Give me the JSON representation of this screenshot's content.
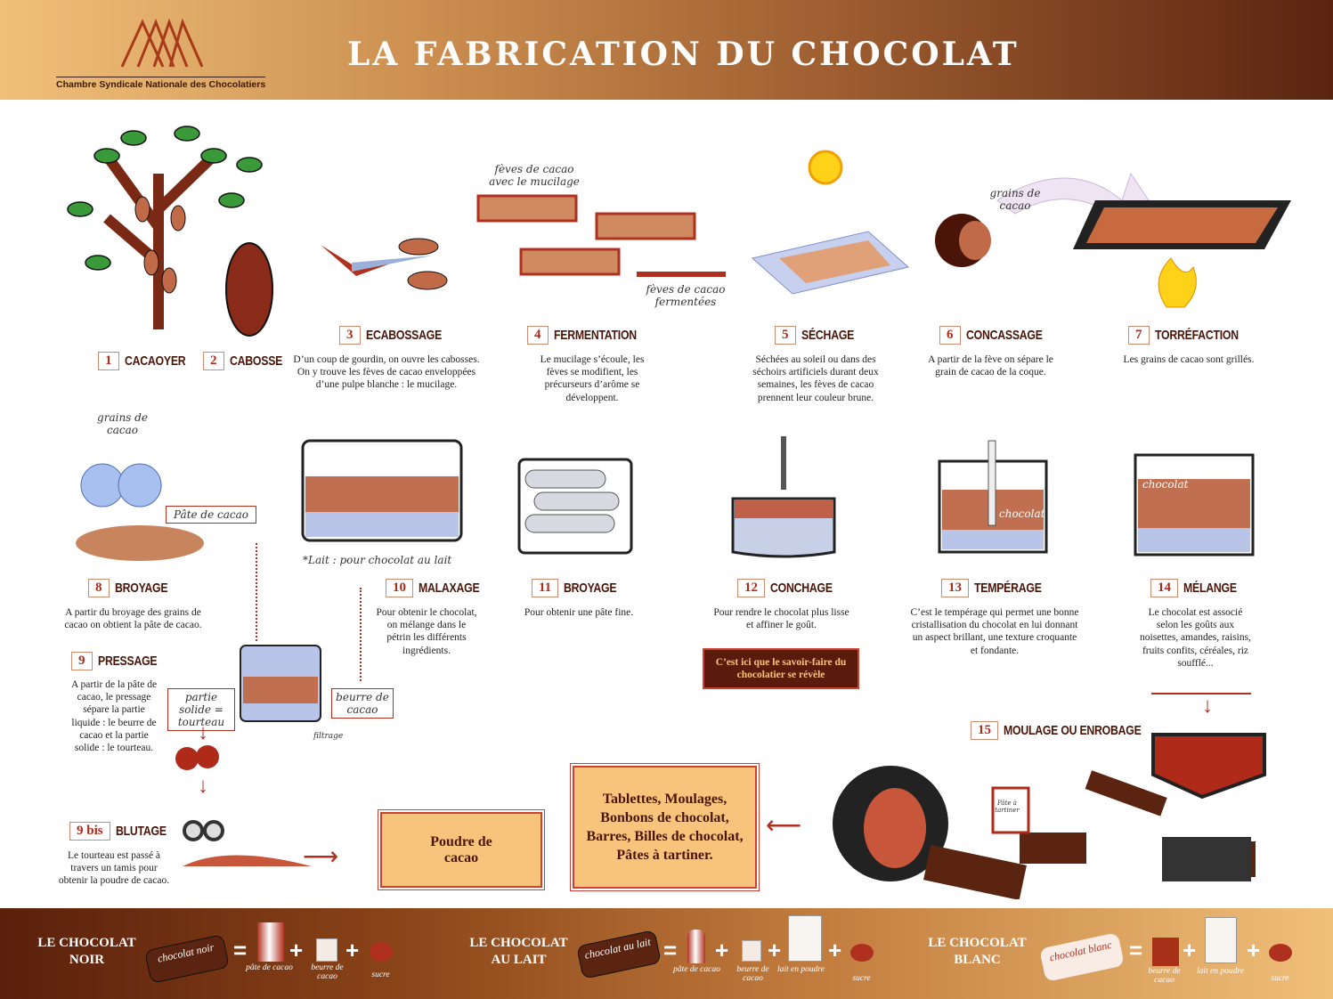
{
  "header": {
    "title": "LA FABRICATION DU CHOCOLAT",
    "organization": "Chambre Syndicale Nationale des Chocolatiers"
  },
  "steps": [
    {
      "num": "1",
      "label": "CACAOYER",
      "desc": ""
    },
    {
      "num": "2",
      "label": "CABOSSE",
      "desc": ""
    },
    {
      "num": "3",
      "label": "ECABOSSAGE",
      "desc": "D’un coup de gourdin, on ouvre les cabosses. On y trouve les fèves de cacao enveloppées d’une pulpe blanche : le mucilage."
    },
    {
      "num": "4",
      "label": "FERMENTATION",
      "desc": "Le mucilage s’écoule, les fèves se modifient, les précurseurs d’arôme se développent."
    },
    {
      "num": "5",
      "label": "SÉCHAGE",
      "desc": "Séchées au soleil ou dans des séchoirs artificiels durant deux semaines, les fèves de cacao prennent leur couleur brune."
    },
    {
      "num": "6",
      "label": "CONCASSAGE",
      "desc": "A partir de la fève on sépare le grain de cacao de la coque."
    },
    {
      "num": "7",
      "label": "TORRÉFACTION",
      "desc": "Les grains de cacao sont grillés."
    },
    {
      "num": "8",
      "label": "BROYAGE",
      "desc": "A partir du broyage des grains de cacao on obtient la pâte de cacao."
    },
    {
      "num": "9",
      "label": "PRESSAGE",
      "desc": "A partir de la pâte de cacao, le pressage sépare la partie liquide : le beurre de cacao et la partie solide : le tourteau."
    },
    {
      "num": "9 bis",
      "label": "BLUTAGE",
      "desc": "Le tourteau est passé à travers un tamis pour obtenir la poudre de cacao."
    },
    {
      "num": "10",
      "label": "MALAXAGE",
      "desc": "Pour obtenir le chocolat, on mélange dans le pétrin les différents ingrédients."
    },
    {
      "num": "11",
      "label": "BROYAGE",
      "desc": "Pour obtenir une pâte fine."
    },
    {
      "num": "12",
      "label": "CONCHAGE",
      "desc": "Pour rendre le chocolat plus lisse et affiner le goût."
    },
    {
      "num": "13",
      "label": "TEMPÉRAGE",
      "desc": "C’est le tempérage qui permet une bonne cristallisation du chocolat en lui donnant un aspect brillant, une texture croquante et fondante."
    },
    {
      "num": "14",
      "label": "MÉLANGE",
      "desc": "Le chocolat est associé selon les goûts aux noisettes, amandes, raisins, fruits confits, céréales, riz soufflé..."
    },
    {
      "num": "15",
      "label": "MOULAGE OU ENROBAGE",
      "desc": ""
    }
  ],
  "annotations": {
    "feves_mucilage": "fèves de cacao avec le mucilage",
    "feves_fermentees": "fèves de cacao fermentées",
    "grains_cacao_1": "grains de cacao",
    "grains_cacao_2": "grains de cacao",
    "pate_de_cacao": "Pâte de cacao",
    "malaxage_ingredients": "pâte de cacao   beurre de cacao   lait* en poudre   sucre",
    "lait_note": "*Lait : pour chocolat au lait",
    "partie_solide": "partie solide = tourteau",
    "beurre_de_cacao": "beurre de cacao",
    "filtrage": "filtrage",
    "chocolat_13": "chocolat",
    "chocolat_14": "chocolat",
    "pate_a_tartiner": "Pâte à tartiner",
    "savoir_faire": "C’est ici que le savoir-faire du chocolatier se révèle"
  },
  "products": {
    "poudre": "Poudre de cacao",
    "produits": "Tablettes, Moulages, Bonbons de chocolat, Barres, Billes de chocolat, Pâtes à tartiner."
  },
  "footer": {
    "noir": {
      "title": "LE CHOCOLAT NOIR",
      "bar": "chocolat noir",
      "ingredients": [
        "pâte de cacao",
        "beurre de cacao",
        "sucre"
      ]
    },
    "lait": {
      "title": "LE CHOCOLAT AU LAIT",
      "bar": "chocolat au lait",
      "ingredients": [
        "pâte de cacao",
        "beurre de cacao",
        "lait en poudre",
        "sucre"
      ]
    },
    "blanc": {
      "title": "LE CHOCOLAT BLANC",
      "bar": "chocolat blanc",
      "ingredients": [
        "beurre de cacao",
        "lait en poudre",
        "sucre"
      ]
    },
    "equals": "=",
    "plus": "+"
  },
  "colors": {
    "accent": "#b02a1a",
    "dark_brown": "#4a1508",
    "box_fill": "#f8c47c"
  }
}
